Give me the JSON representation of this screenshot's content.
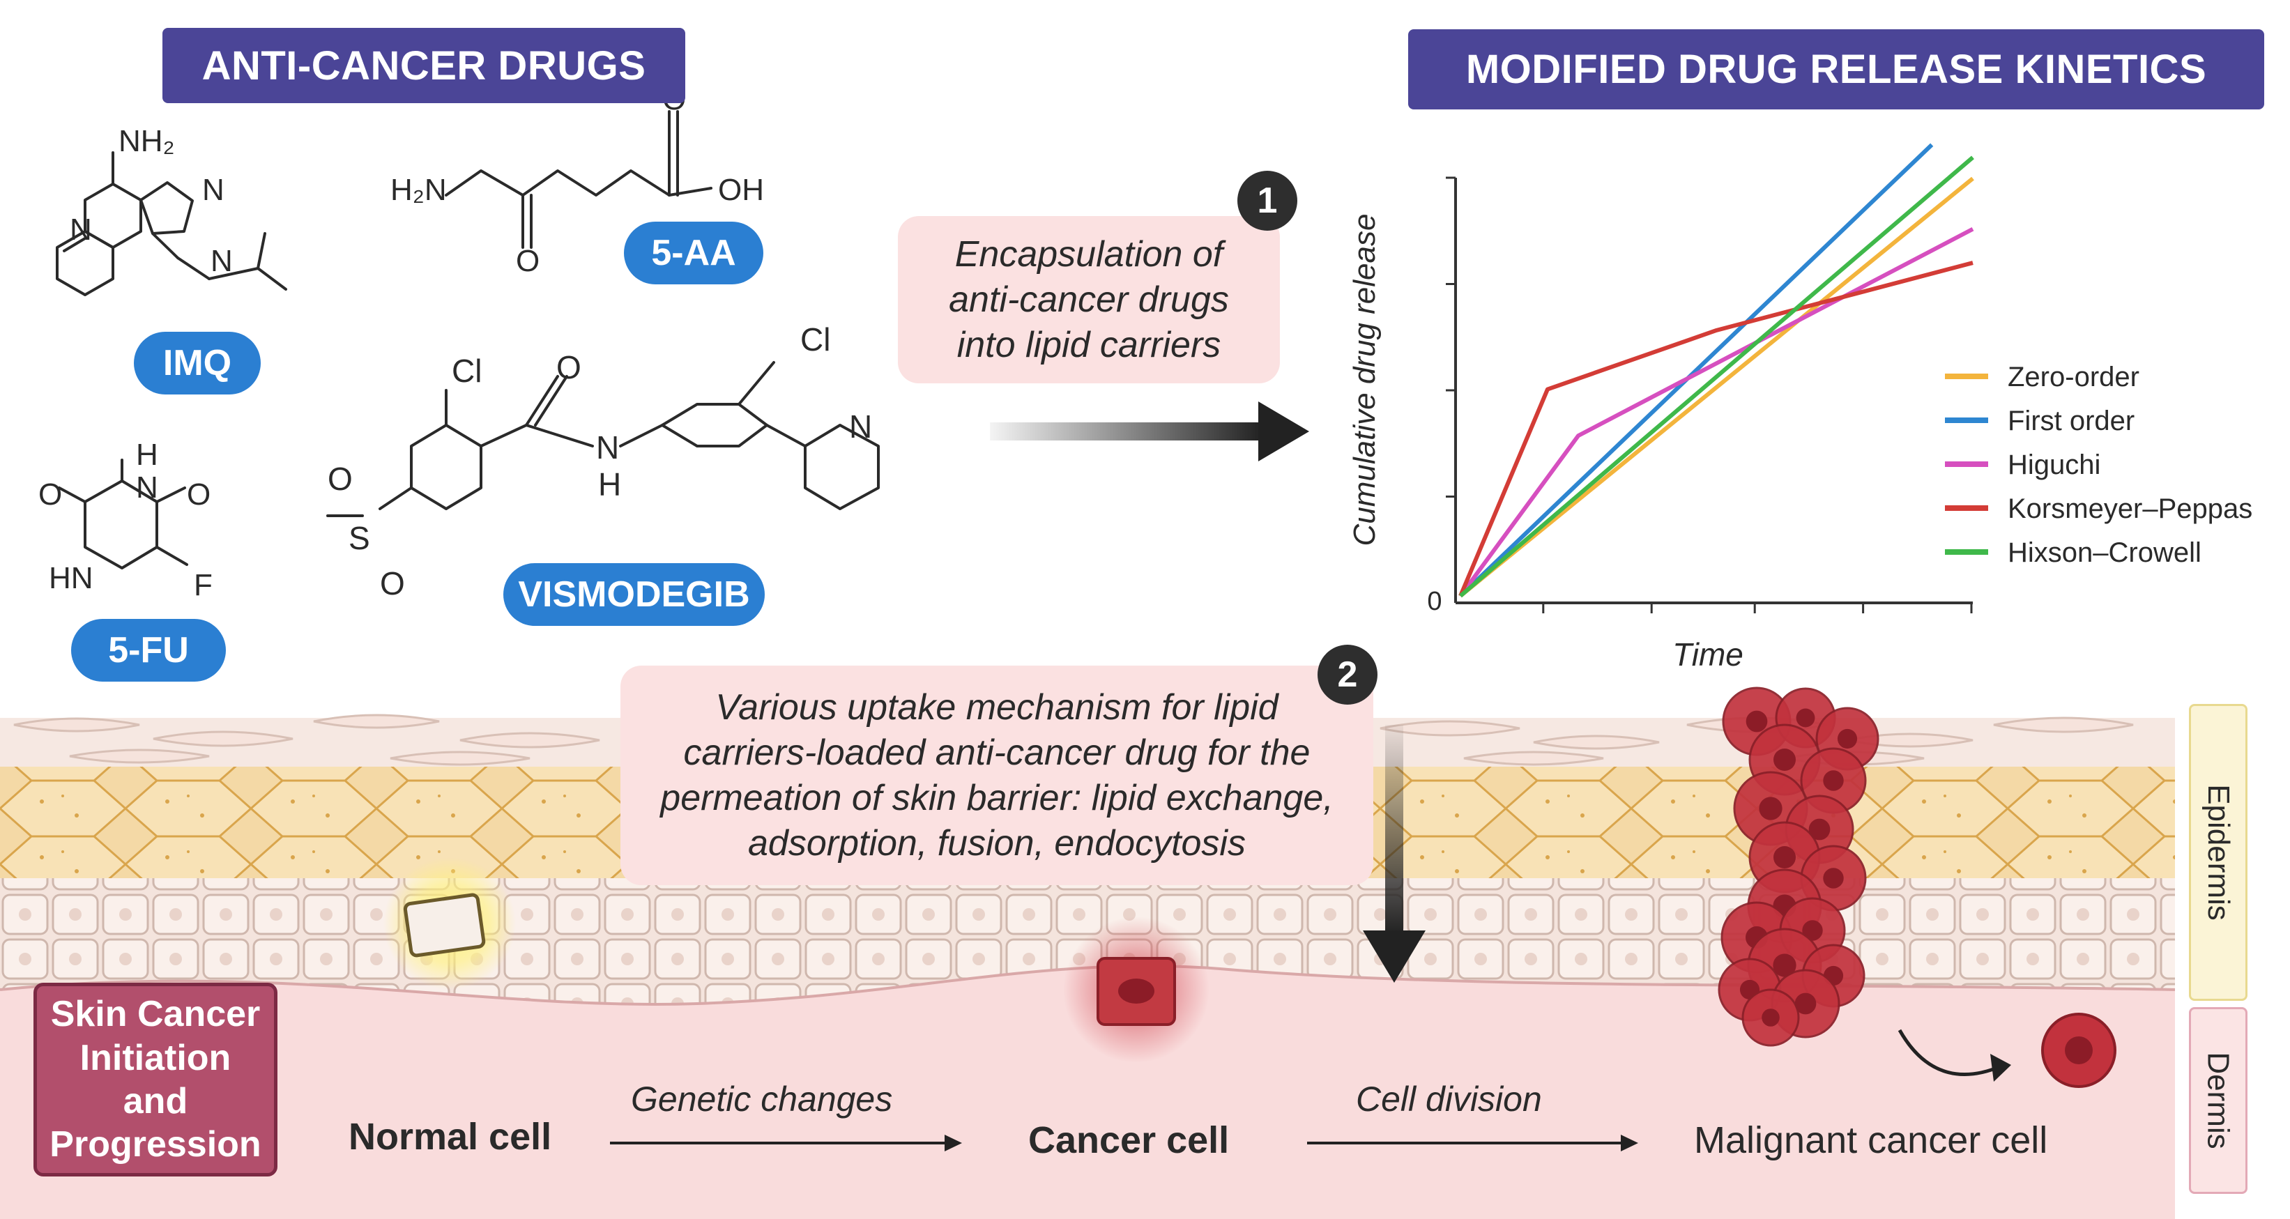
{
  "sections": {
    "anticancer_title": "ANTI-CANCER DRUGS",
    "kinetics_title": "MODIFIED DRUG RELEASE KINETICS"
  },
  "drugs": {
    "imq": "IMQ",
    "five_aa": "5-AA",
    "five_fu": "5-FU",
    "vismodegib": "VISMODEGIB"
  },
  "atoms": {
    "nh2": "NH₂",
    "n": "N",
    "h2n": "H₂N",
    "o": "O",
    "oh": "OH",
    "cl": "Cl",
    "h": "H",
    "hn": "HN",
    "f": "F",
    "s": "S"
  },
  "steps": {
    "step1_number": "1",
    "step1_lines": [
      "Encapsulation of",
      "anti-cancer drugs",
      "into lipid carriers"
    ],
    "step2_number": "2",
    "step2_lines": [
      "Various uptake mechanism for lipid",
      "carriers-loaded anti-cancer drug for the",
      "permeation of skin barrier: lipid exchange,",
      "adsorption, fusion, endocytosis"
    ]
  },
  "chart_data": {
    "type": "line",
    "title": "",
    "xlabel": "Time",
    "ylabel": "Cumulative drug release",
    "y_tick_labels": [
      "0"
    ],
    "xlim": [
      0,
      1
    ],
    "ylim": [
      0,
      1
    ],
    "legend_position": "right",
    "series": [
      {
        "name": "Zero-order",
        "color": "#f3b43c",
        "x": [
          0,
          1.0
        ],
        "y": [
          0,
          0.99
        ]
      },
      {
        "name": "First order",
        "color": "#2e86d1",
        "x": [
          0,
          0.92
        ],
        "y": [
          0,
          1.07
        ]
      },
      {
        "name": "Higuchi",
        "color": "#d64fbf",
        "x": [
          0,
          0.23,
          1.0
        ],
        "y": [
          0,
          0.38,
          0.87
        ]
      },
      {
        "name": "Korsmeyer–Peppas",
        "color": "#d33c36",
        "x": [
          0,
          0.17,
          0.5,
          1.0
        ],
        "y": [
          0,
          0.49,
          0.63,
          0.79
        ]
      },
      {
        "name": "Hixson–Crowell",
        "color": "#3fb84a",
        "x": [
          0,
          1.0
        ],
        "y": [
          0,
          1.04
        ]
      }
    ]
  },
  "skin": {
    "epidermis": "Epidermis",
    "dermis": "Dermis",
    "box_lines": [
      "Skin Cancer",
      "Initiation",
      "and",
      "Progression"
    ],
    "normal_cell": "Normal cell",
    "genetic_changes": "Genetic changes",
    "cancer_cell": "Cancer cell",
    "cell_division": "Cell division",
    "malignant_cell": "Malignant cancer cell"
  },
  "colors": {
    "banner": "#4b4597",
    "drug_pill": "#2b7fd2",
    "callout_bg": "#fbe1e1",
    "skin_box": "#b24f6c",
    "dermis_pink": "#f9dcdc",
    "cancer_red": "#b8303b"
  }
}
